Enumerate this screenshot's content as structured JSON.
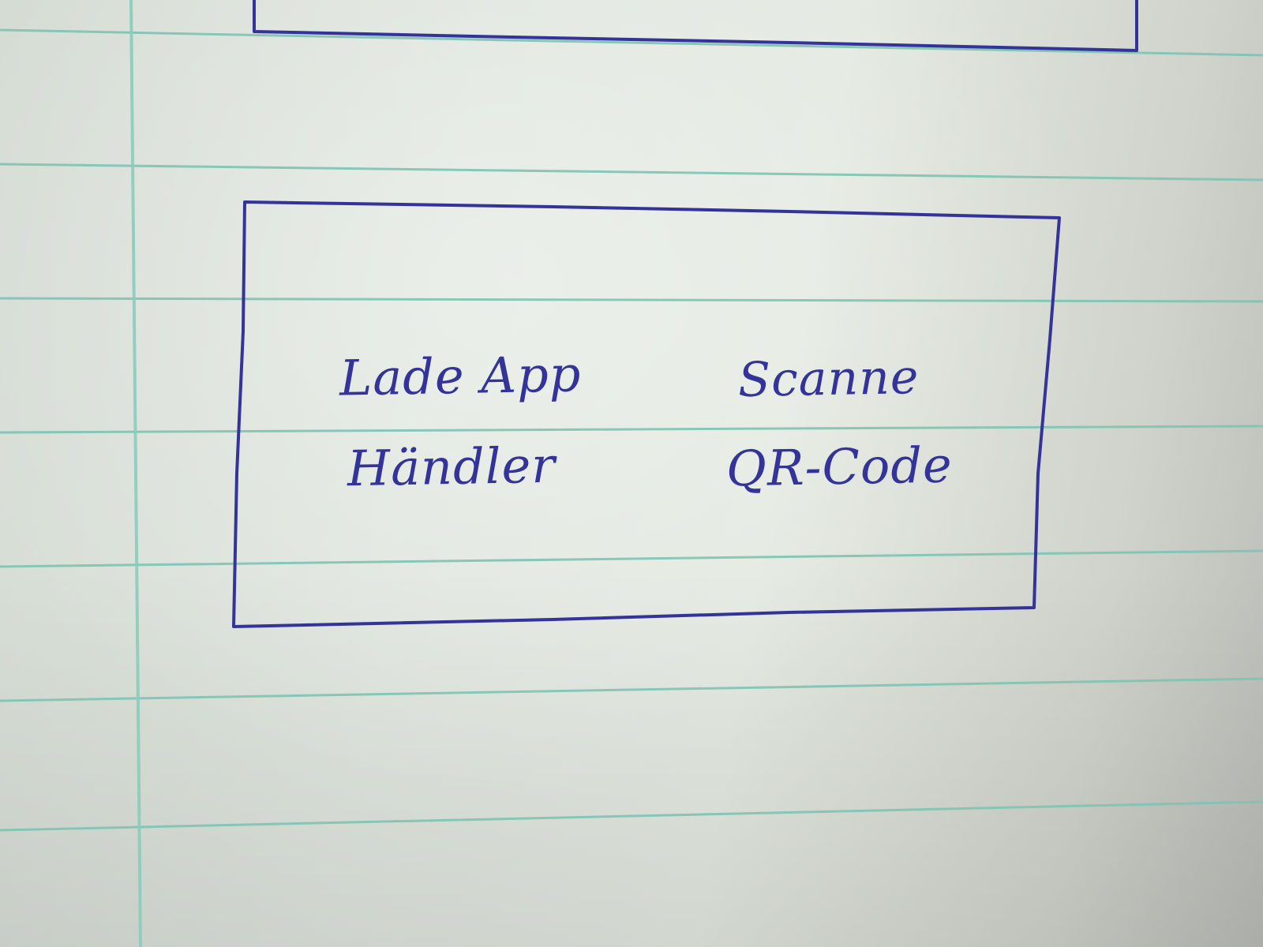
{
  "sketch": {
    "left_label_line1": "Lade App",
    "left_label_line2": "Händler",
    "right_label_line1": "Scanne",
    "right_label_line2": "QR-Code"
  },
  "colors": {
    "ink": "#33339a",
    "rule": "#7fc4b4",
    "margin_rule": "#8acdbd"
  }
}
